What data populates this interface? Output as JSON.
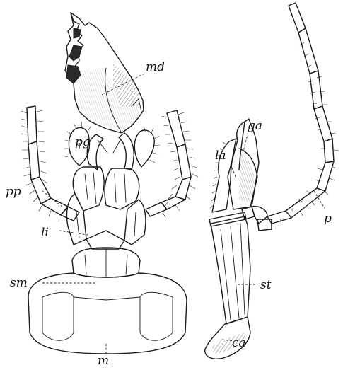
{
  "figure": {
    "labels": {
      "md": "md",
      "pg": "pg",
      "pp": "pp",
      "li": "li",
      "sm": "sm",
      "m": "m",
      "ga": "ga",
      "la": "la",
      "p": "p",
      "st": "st",
      "ca": "ca"
    }
  }
}
